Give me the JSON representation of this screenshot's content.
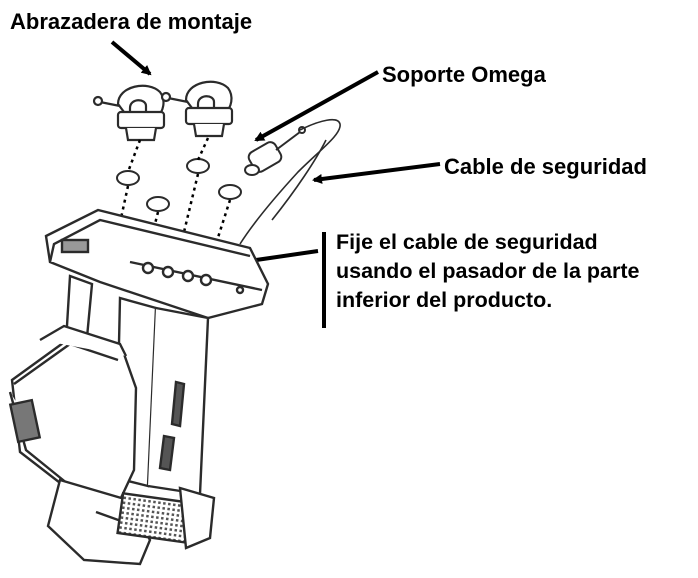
{
  "labels": {
    "mounting_clamp": "Abrazadera de montaje",
    "omega_bracket": "Soporte Omega",
    "safety_cable": "Cable de seguridad"
  },
  "note": {
    "lines": [
      "Fije el cable de seguridad",
      "usando el pasador de la parte",
      "inferior del producto."
    ]
  },
  "colors": {
    "ink": "#000000",
    "drawing": "#2b2b2b",
    "background": "#ffffff"
  }
}
